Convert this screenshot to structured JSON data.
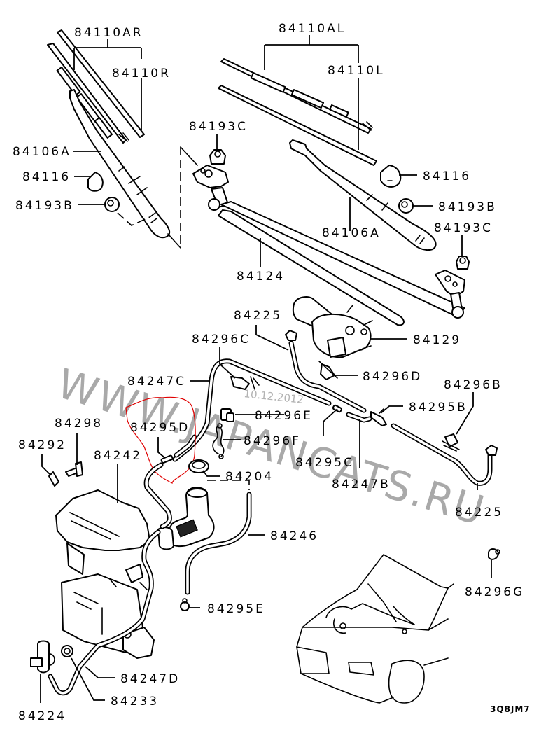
{
  "diagram": {
    "title": "Windshield wiper and washer assembly",
    "diagram_code": "3Q8JM7",
    "watermark": {
      "text": "WWW.JAPANCATS.RU",
      "date": "10.12.2012"
    },
    "highlight": {
      "color": "#e00000",
      "target_part": "84295D",
      "shape": "freehand-outline"
    },
    "parts": {
      "p84110AR": "84110AR",
      "p84110R": "84110R",
      "p84106A_left": "84106A",
      "p84116_left": "84116",
      "p84193B_left": "84193B",
      "p84193C_top": "84193C",
      "p84110AL": "84110AL",
      "p84110L": "84110L",
      "p84116_right": "84116",
      "p84193B_right": "84193B",
      "p84106A_right": "84106A",
      "p84193C_right": "84193C",
      "p84124": "84124",
      "p84225_top": "84225",
      "p84129": "84129",
      "p84296C": "84296C",
      "p84247C": "84247C",
      "p84296D": "84296D",
      "p84296B": "84296B",
      "p84295B": "84295B",
      "p84296E": "84296E",
      "p84295D": "84295D",
      "p84296F": "84296F",
      "p84298": "84298",
      "p84292": "84292",
      "p84242": "84242",
      "p84204": "84204",
      "p84295C": "84295C",
      "p84247B": "84247B",
      "p84225_bottom": "84225",
      "p84246": "84246",
      "p84296G": "84296G",
      "p84295E": "84295E",
      "p84247D": "84247D",
      "p84233": "84233",
      "p84224": "84224"
    }
  }
}
